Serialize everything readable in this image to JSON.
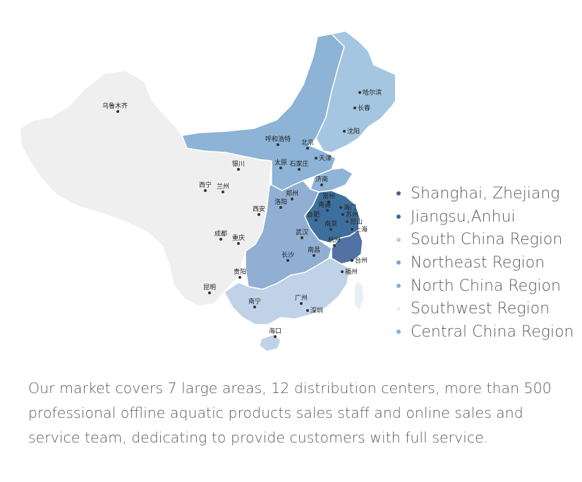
{
  "colors": {
    "background": "#ffffff",
    "southwest": "#efeff0",
    "north_china": "#8db3d6",
    "northeast": "#a5c6e0",
    "central_china": "#90afd2",
    "south_china": "#bfd2e8",
    "jiangsu_anhui": "#3d6f9d",
    "shanghai_zhejiang": "#5272a3",
    "text": "#555a60"
  },
  "legend": [
    {
      "label": "Shanghai, Zhejiang",
      "color": "#4a5f8a"
    },
    {
      "label": "Jiangsu,Anhui",
      "color": "#3b6a99"
    },
    {
      "label": "South China Region",
      "color": "#b8cce4"
    },
    {
      "label": "Northeast Region",
      "color": "#7aa5cd"
    },
    {
      "label": "North China Region",
      "color": "#8aaed6"
    },
    {
      "label": "Southwest Region",
      "color": "#eeeeee"
    },
    {
      "label": "Central China Region",
      "color": "#8aaed4"
    }
  ],
  "cities": [
    {
      "key": "wulumuqi",
      "name": "乌鲁木齐"
    },
    {
      "key": "haerbin",
      "name": "哈尔滨"
    },
    {
      "key": "changchun",
      "name": "长春"
    },
    {
      "key": "shenyang",
      "name": "沈阳"
    },
    {
      "key": "huhehaote",
      "name": "呼和浩特"
    },
    {
      "key": "beijing",
      "name": "北京"
    },
    {
      "key": "tianjin",
      "name": "天津"
    },
    {
      "key": "yinchuan",
      "name": "银川"
    },
    {
      "key": "taiyuan",
      "name": "太原"
    },
    {
      "key": "shijiazhuang",
      "name": "石家庄"
    },
    {
      "key": "jinan",
      "name": "济南"
    },
    {
      "key": "xining",
      "name": "西宁"
    },
    {
      "key": "lanzhou",
      "name": "兰州"
    },
    {
      "key": "zhengzhou",
      "name": "郑州"
    },
    {
      "key": "changzhou",
      "name": "常州"
    },
    {
      "key": "luoyang",
      "name": "洛阳"
    },
    {
      "key": "xian",
      "name": "西安"
    },
    {
      "key": "haimen",
      "name": "海门"
    },
    {
      "key": "nantong",
      "name": "南通"
    },
    {
      "key": "suzhou",
      "name": "苏州"
    },
    {
      "key": "hefei",
      "name": "合肥"
    },
    {
      "key": "kunshan",
      "name": "昆山"
    },
    {
      "key": "nanjing",
      "name": "南京"
    },
    {
      "key": "shanghai",
      "name": "上海"
    },
    {
      "key": "chengdu",
      "name": "成都"
    },
    {
      "key": "wuhan",
      "name": "武汉"
    },
    {
      "key": "chongqing",
      "name": "重庆"
    },
    {
      "key": "hangzhou",
      "name": "杭州"
    },
    {
      "key": "taizhou",
      "name": "台州"
    },
    {
      "key": "changsha",
      "name": "长沙"
    },
    {
      "key": "nanchang",
      "name": "南昌"
    },
    {
      "key": "fuzhou",
      "name": "福州"
    },
    {
      "key": "guiyang",
      "name": "贵阳"
    },
    {
      "key": "kunming",
      "name": "昆明"
    },
    {
      "key": "guangzhou",
      "name": "广州"
    },
    {
      "key": "nanning",
      "name": "南宁"
    },
    {
      "key": "shenzhen",
      "name": "深圳"
    },
    {
      "key": "haikou",
      "name": "海口"
    }
  ],
  "description": "Our market covers 7 large areas, 12 distribution centers, more than 500 professional offline aquatic products sales staff and online sales and service team, dedicating to provide customers with full service."
}
